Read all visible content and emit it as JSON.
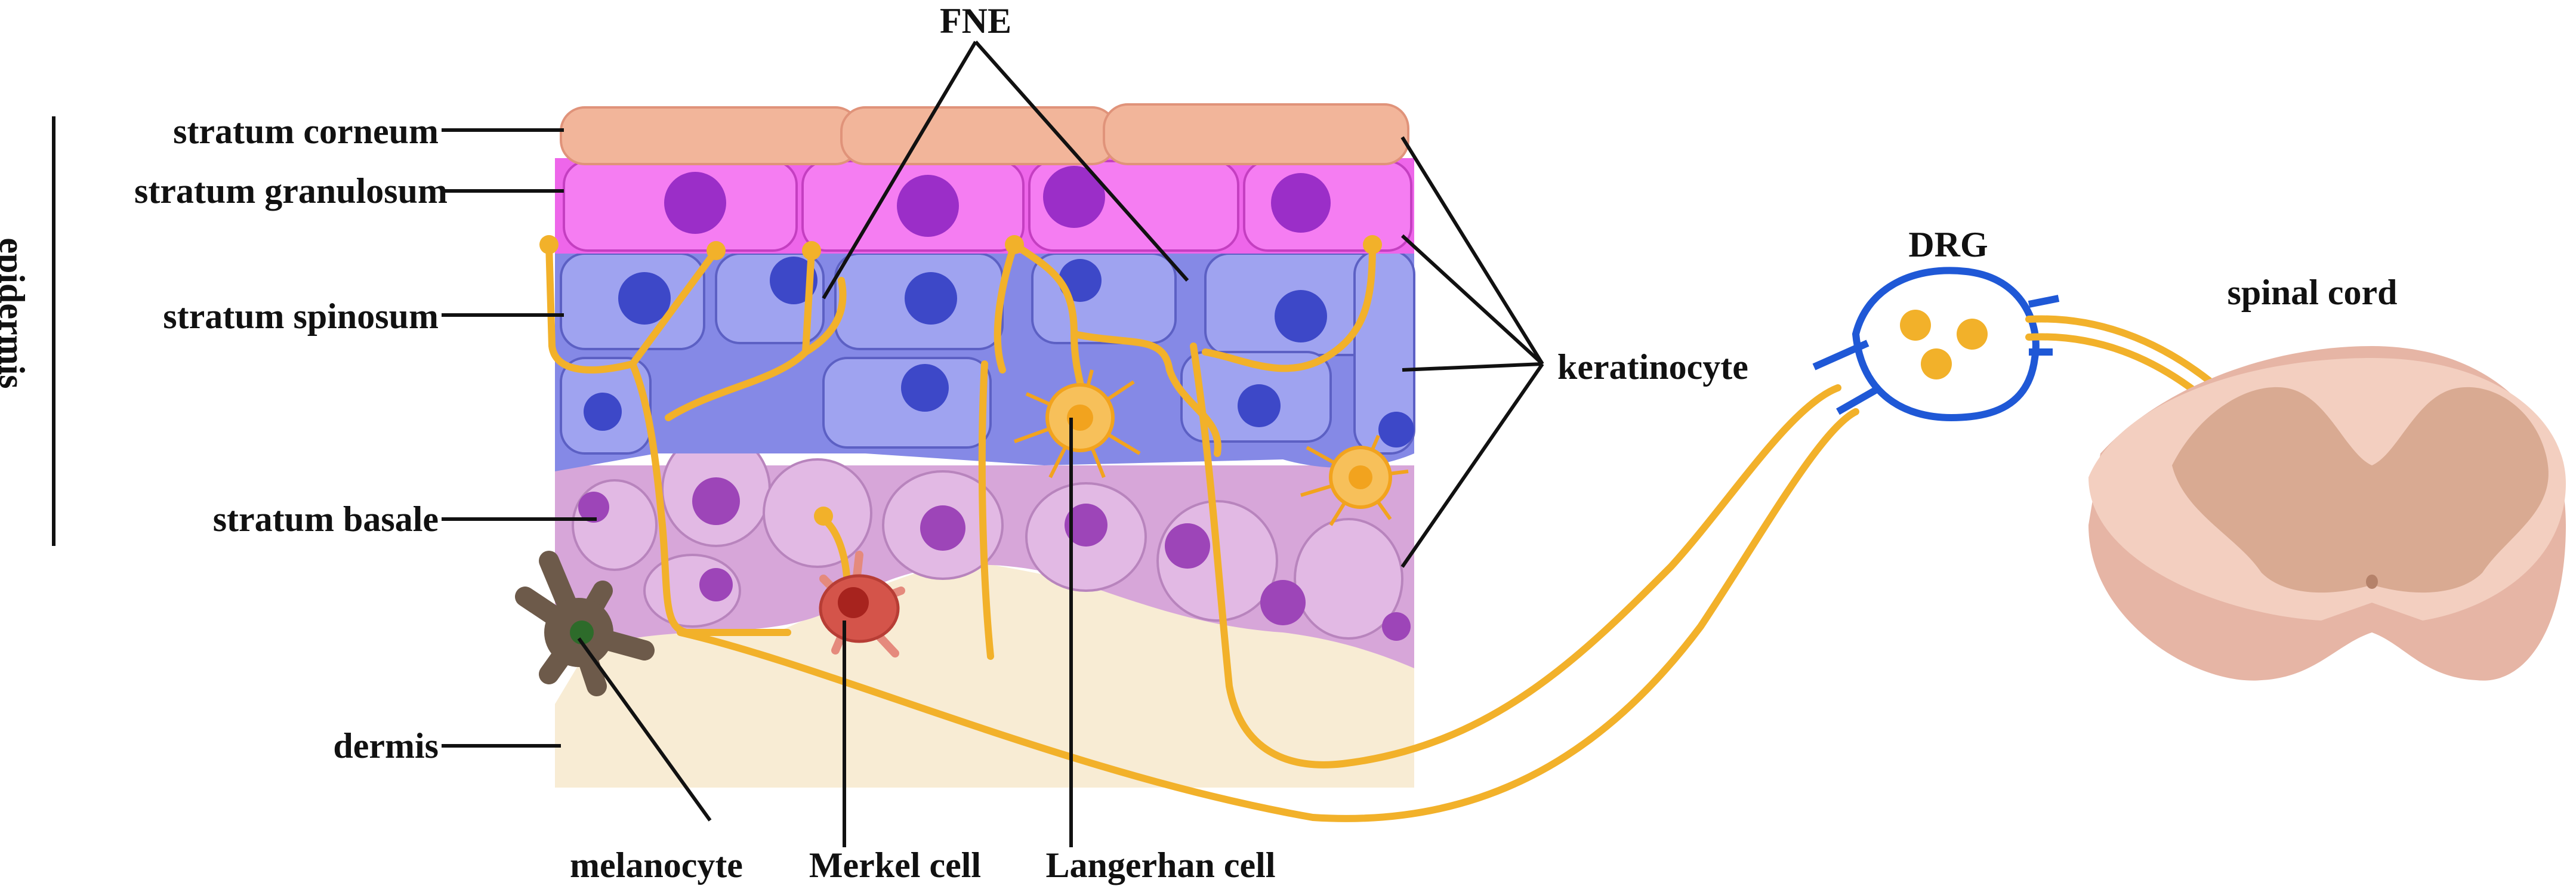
{
  "labels": {
    "stratum_corneum": "stratum corneum",
    "stratum_granulosum": "stratum granulosum",
    "stratum_spinosum": "stratum spinosum",
    "stratum_basale": "stratum basale",
    "dermis": "dermis",
    "epidermis": "epidermis",
    "fne": "FNE",
    "drg": "DRG",
    "spinal_cord": "spinal cord",
    "keratinocyte": "keratinocyte",
    "melanocyte": "melanocyte",
    "merkel_cell": "Merkel cell",
    "langerhan_cell": "Langerhan cell"
  },
  "colors": {
    "corneum": "#f2b59a",
    "granulosum": "#ee66ea",
    "spinosum": "#8589e6",
    "basale": "#d7a6d9",
    "dermis": "#f8ecd4",
    "nerve": "#f2b12a",
    "drg_outline": "#1f58d6",
    "spinal_cord_white": "#f3cfc0",
    "spinal_cord_grey": "#d9aa92",
    "merkel": "#d4544a",
    "melanocyte": "#6d5a4a"
  }
}
